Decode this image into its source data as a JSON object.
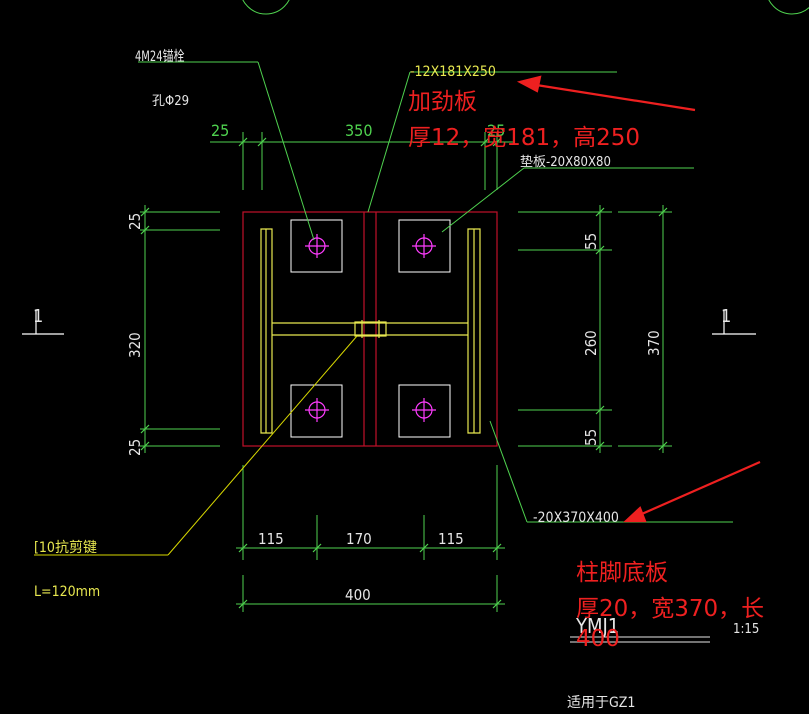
{
  "colors": {
    "background": "#000000",
    "dimension": "#4fd24f",
    "plate": "#c0102a",
    "steel": "#e8e850",
    "bolt": "#ff3cff",
    "white": "#ffffff",
    "label_white": "#e6e6e6",
    "annotation_red": "#ee2020",
    "leader_yellow": "#d8d800"
  },
  "labels": {
    "anchor_bolt": "4M24锚栓",
    "bolt_hole": "孔Φ29",
    "stiffener_spec": "-12X181X250",
    "washer_spec": "垫板-20X80X80",
    "base_plate_spec": "-20X370X400",
    "shear_key": "[10抗剪键",
    "shear_key_length": "L=120mm",
    "section_left": "1",
    "section_right": "1",
    "title": "YMJ1",
    "scale": "1:15",
    "applies_to": "适用于GZ1"
  },
  "annotations": {
    "stiffener_title": "加劲板",
    "stiffener_detail": "厚12，宽181，高250",
    "base_plate_title": "柱脚底板",
    "base_plate_detail_1": "厚20，宽370，长",
    "base_plate_detail_2": "400"
  },
  "dimensions": {
    "top_edge": "25",
    "top_span": "350",
    "top_right": "25",
    "left_top": "25",
    "left_mid": "320",
    "left_bottom": "25",
    "right_top": "55",
    "right_mid": "260",
    "right_bottom": "55",
    "right_total": "370",
    "bottom_left": "115",
    "bottom_mid": "170",
    "bottom_right": "115",
    "bottom_total": "400"
  }
}
